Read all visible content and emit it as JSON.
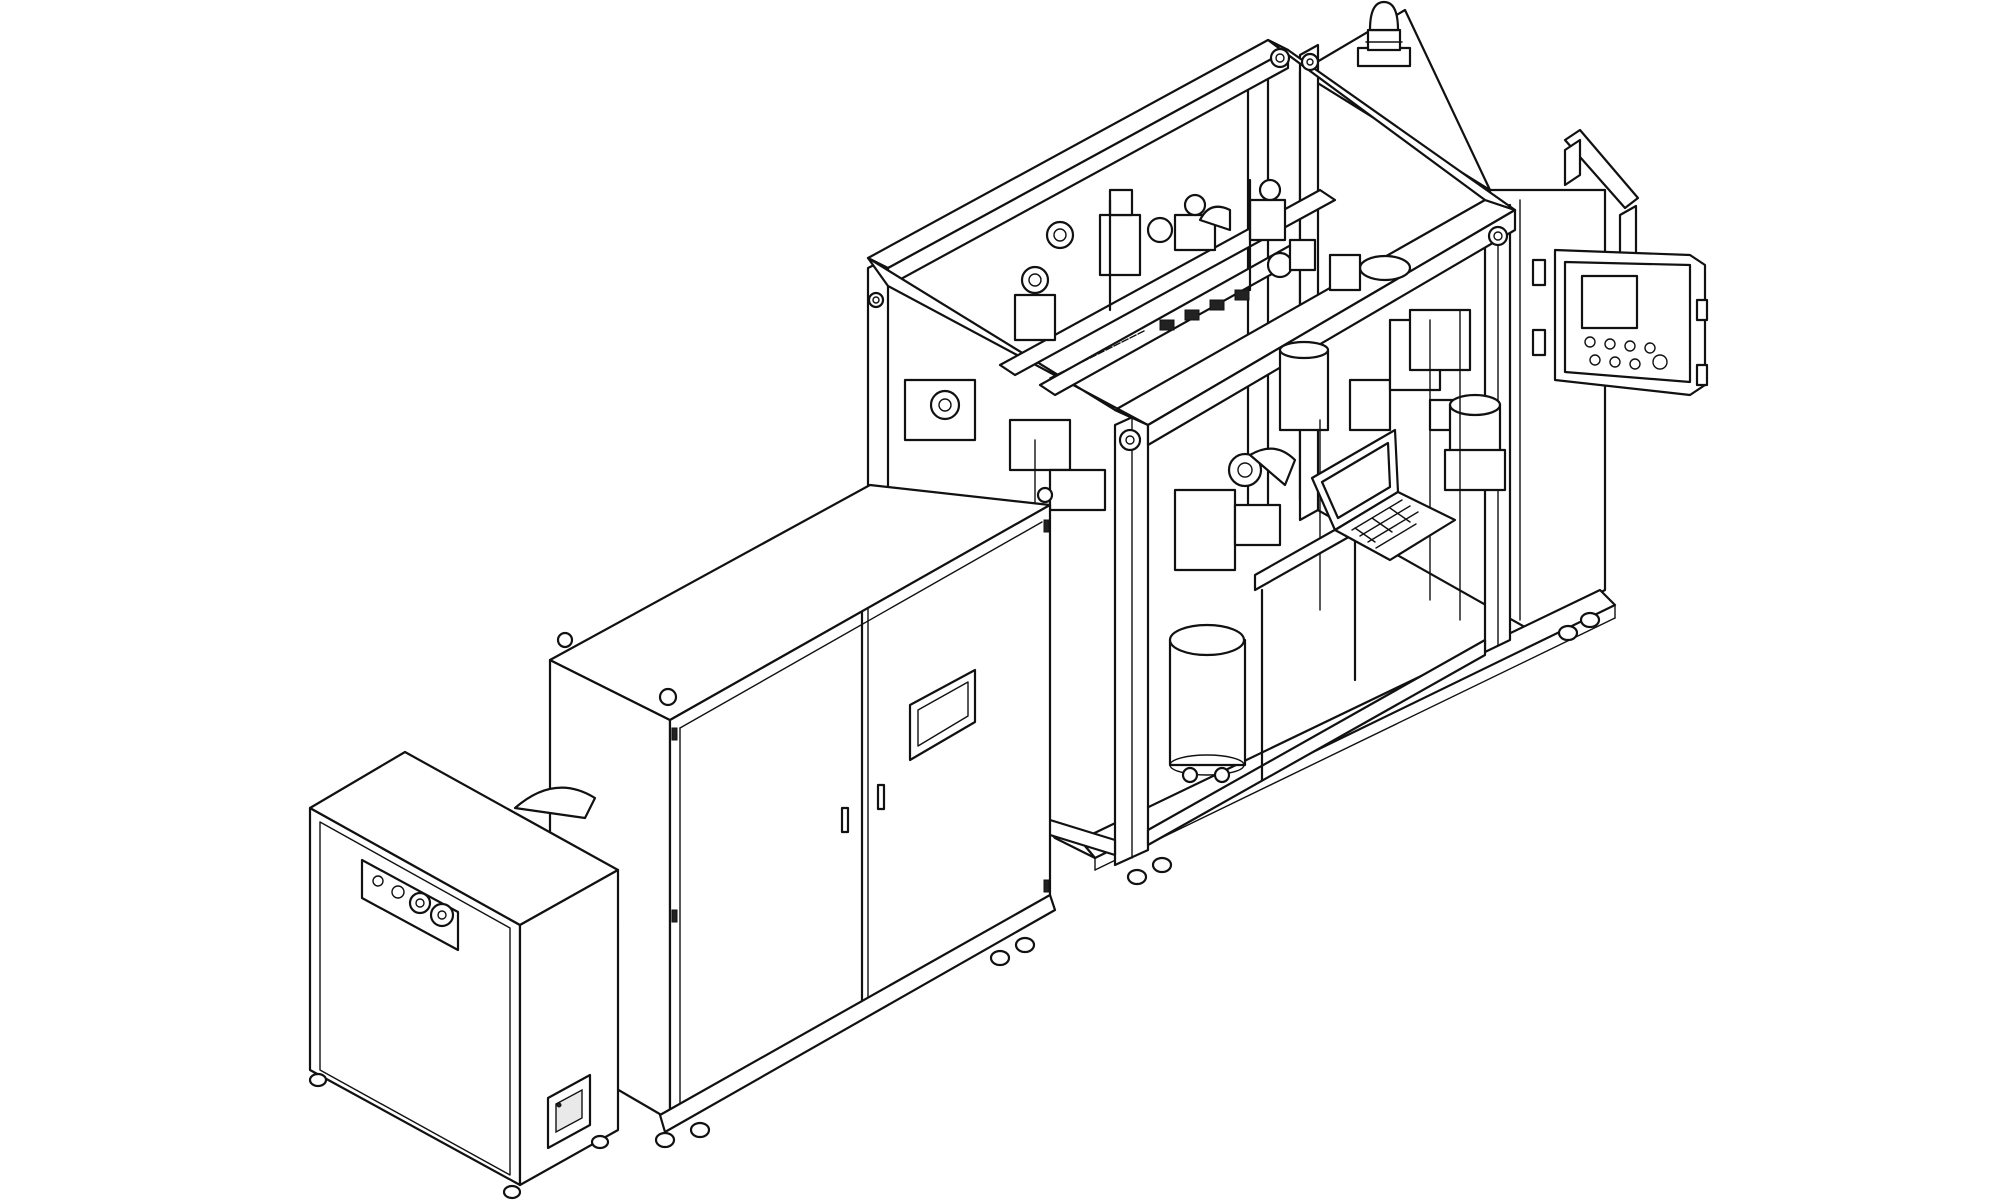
{
  "drawing": {
    "style": "isometric line drawing",
    "line_color": "#111111",
    "background": "#ffffff"
  },
  "components": [
    {
      "id": "compressor-unit",
      "icon": "compressor-cabinet"
    },
    {
      "id": "electrical-cabinet",
      "icon": "two-door-cabinet"
    },
    {
      "id": "process-skid",
      "icon": "open-frame-skid"
    },
    {
      "id": "control-panel",
      "icon": "hmi-touchscreen"
    },
    {
      "id": "laptop",
      "icon": "laptop-computer"
    },
    {
      "id": "storage-tank",
      "icon": "cylindrical-tank"
    },
    {
      "id": "top-vent",
      "icon": "vent-cap"
    }
  ]
}
